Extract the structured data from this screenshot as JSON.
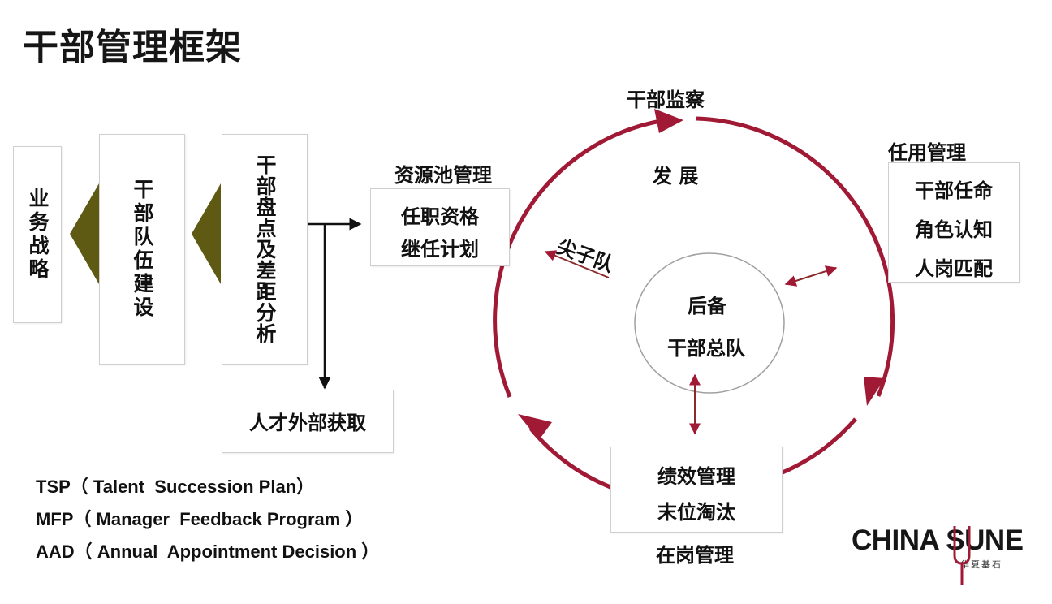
{
  "title": "干部管理框架",
  "left_flow": {
    "strategy": "业务战略",
    "team_building": "干部队伍建设",
    "review": "干部盘点及差距分析",
    "external_talent": "人才外部获取"
  },
  "cycle": {
    "top_label": "干部监察",
    "center_label": "发 展",
    "pool": {
      "title": "资源池管理",
      "line1": "任职资格",
      "line2": "继任计划"
    },
    "appointment": {
      "title": "任用管理",
      "line1": "干部任命",
      "line2": "角色认知",
      "line3": "人岗匹配"
    },
    "on_job": {
      "title": "在岗管理",
      "line1": "绩效管理",
      "line2": "末位淘汰"
    },
    "core": {
      "line1": "后备",
      "line2": "干部总队"
    },
    "elite_label": "尖子队"
  },
  "abbreviations": [
    "TSP（ Talent  Succession Plan）",
    "MFP（ Manager  Feedback Program ）",
    "AAD（ Annual  Appointment Decision ）"
  ],
  "logo": {
    "main": "CHINA SUNE",
    "sub": "华夏基石"
  },
  "colors": {
    "cycle": "#a11a35",
    "arrow_olive": "#5e5a14",
    "logo_accent": "#a11a35"
  }
}
